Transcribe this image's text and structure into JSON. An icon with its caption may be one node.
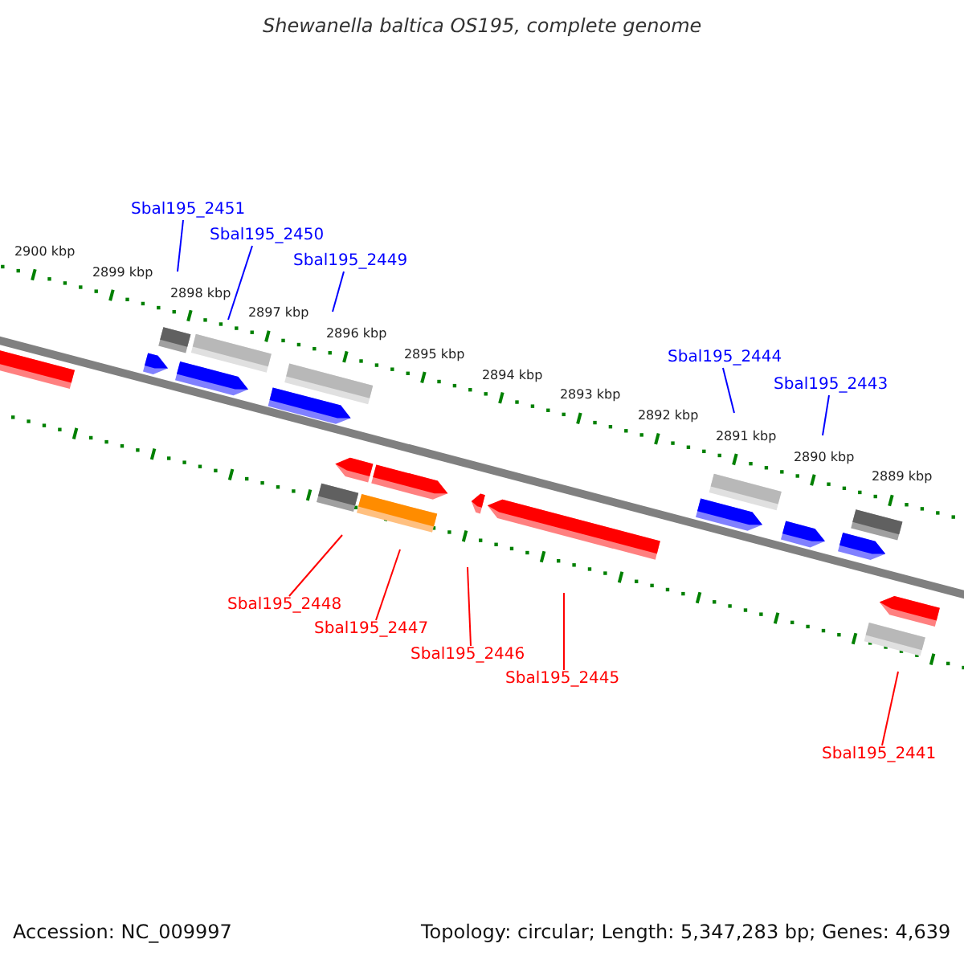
{
  "diagram": {
    "title": "Shewanella baltica OS195, complete genome",
    "nodes": [
      {
        "text": [
          "Sbal195_2451"
        ]
      },
      {
        "text": [
          "Sbal195_2450"
        ]
      },
      {
        "text": [
          "Sbal195_2449"
        ]
      },
      {
        "text": [
          "Sbal195_2444"
        ]
      },
      {
        "text": [
          "Sbal195_2443"
        ]
      },
      {
        "text": [
          "Sbal195_2448"
        ]
      },
      {
        "text": [
          "Sbal195_2447"
        ]
      },
      {
        "text": [
          "Sbal195_2446"
        ]
      },
      {
        "text": [
          "Sbal195_2445"
        ]
      },
      {
        "text": [
          "Sbal195_2441"
        ]
      }
    ],
    "edges": [
      {
        "from": 0,
        "to": null,
        "arrow": "none",
        "color": "#0000ff"
      },
      {
        "from": 1,
        "to": null,
        "arrow": "none",
        "color": "#0000ff"
      },
      {
        "from": 2,
        "to": null,
        "arrow": "none",
        "color": "#0000ff"
      },
      {
        "from": 3,
        "to": null,
        "arrow": "none",
        "color": "#0000ff"
      },
      {
        "from": 4,
        "to": null,
        "arrow": "none",
        "color": "#0000ff"
      },
      {
        "from": 5,
        "to": null,
        "arrow": "none",
        "color": "#ff0000"
      },
      {
        "from": 6,
        "to": null,
        "arrow": "none",
        "color": "#ff0000"
      },
      {
        "from": 7,
        "to": null,
        "arrow": "none",
        "color": "#ff0000"
      },
      {
        "from": 8,
        "to": null,
        "arrow": "none",
        "color": "#ff0000"
      },
      {
        "from": 9,
        "to": null,
        "arrow": "none",
        "color": "#ff0000"
      }
    ],
    "labels": [
      "2900 kbp",
      "2899 kbp",
      "2898 kbp",
      "2897 kbp",
      "2896 kbp",
      "2895 kbp",
      "2894 kbp",
      "2893 kbp",
      "2892 kbp",
      "2891 kbp",
      "2890 kbp",
      "2889 kbp",
      "Accession: NC_009997",
      "Topology: circular; Length: 5,347,283 bp; Genes: 4,639"
    ]
  }
}
